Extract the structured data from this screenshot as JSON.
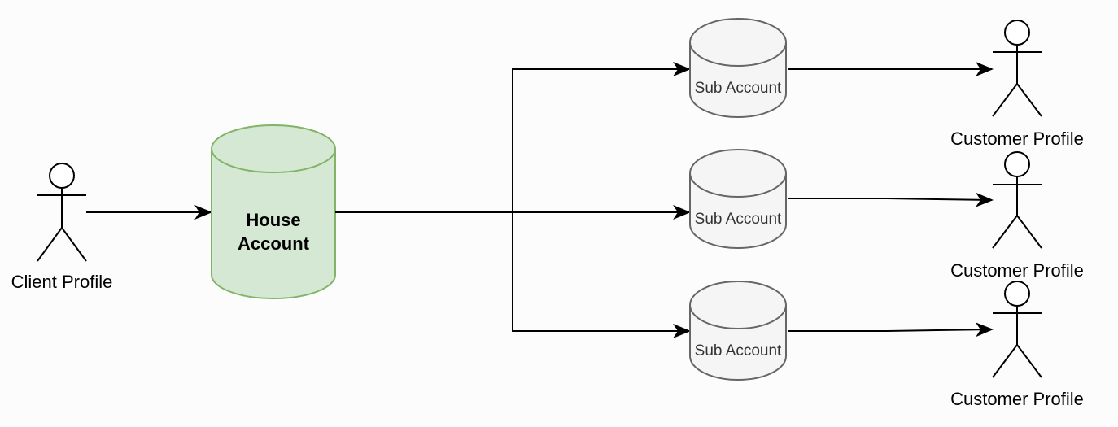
{
  "client": {
    "label": "Client Profile"
  },
  "house_account": {
    "line1": "House",
    "line2": "Account"
  },
  "sub_accounts": [
    {
      "label": "Sub Account"
    },
    {
      "label": "Sub Account"
    },
    {
      "label": "Sub Account"
    }
  ],
  "customers": [
    {
      "label": "Customer Profile"
    },
    {
      "label": "Customer Profile"
    },
    {
      "label": "Customer Profile"
    }
  ],
  "colors": {
    "background": "#fdfcfd",
    "house_fill": "#d5e8d4",
    "house_stroke": "#82b366",
    "sub_fill": "#f5f5f5",
    "sub_stroke": "#666666",
    "line": "#000000"
  }
}
